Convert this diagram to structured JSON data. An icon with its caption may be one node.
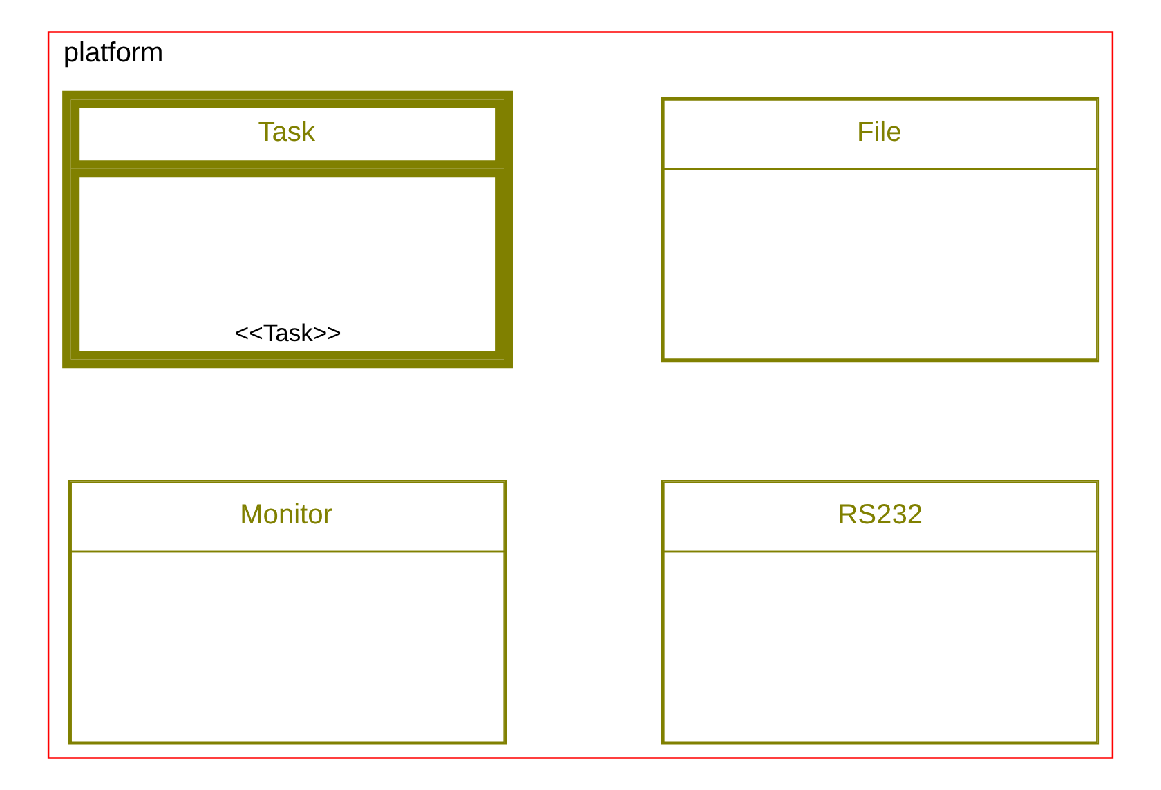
{
  "diagram": {
    "nodes": [
      {
        "text": [
          "platform"
        ]
      },
      {
        "text": [
          "File"
        ],
        "in": 0
      },
      {
        "text": [
          "Task",
          "<<Task>>"
        ],
        "in": 0
      },
      {
        "text": [
          "RS232"
        ],
        "in": 0
      },
      {
        "text": [
          "Monitor"
        ],
        "in": 0
      }
    ],
    "edges": []
  }
}
